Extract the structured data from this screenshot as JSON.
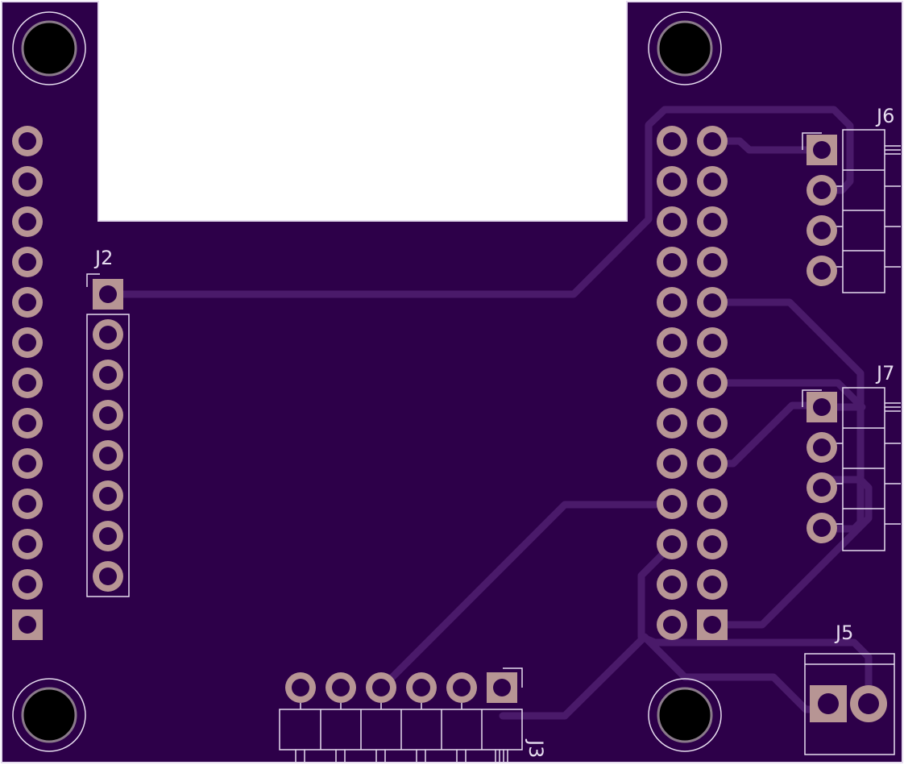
{
  "colors": {
    "board": "#2d0049",
    "traces": "#4a1a6a",
    "silkscreen": "#e6dcef",
    "pad_copper": "#b79594",
    "pad_hole": "#2d0049",
    "mount_hole": "#000000",
    "cutout": "#ffffff"
  },
  "labels": {
    "j2": "J2",
    "j3": "J3",
    "j5": "J5",
    "j6": "J6",
    "j7": "J7"
  }
}
